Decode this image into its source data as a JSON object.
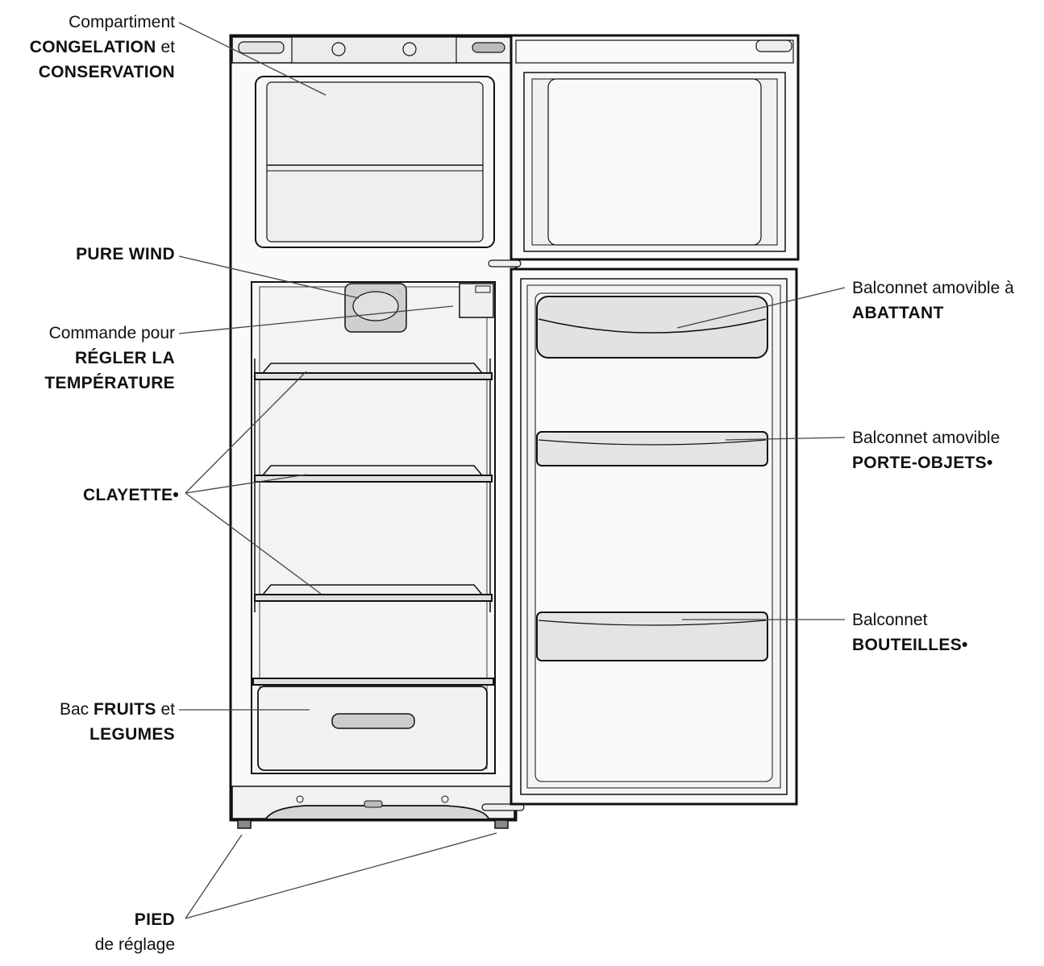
{
  "labels": {
    "congelation": {
      "l1": "Compartiment",
      "l2a": "CONGELATION",
      "l2b": " et",
      "l3": "CONSERVATION"
    },
    "pure_wind": {
      "l1": "PURE WIND"
    },
    "commande": {
      "l1": "Commande pour",
      "l2": "RÉGLER LA",
      "l3": "TEMPÉRATURE"
    },
    "clayette": {
      "l1": "CLAYETTE•"
    },
    "bac": {
      "l1a": "Bac ",
      "l1b": "FRUITS",
      "l1c": " et",
      "l2": "LEGUMES"
    },
    "pied": {
      "l1": "PIED",
      "l2": "de réglage"
    },
    "abattant": {
      "l1": "Balconnet amovible à",
      "l2": "ABATTANT"
    },
    "porte_objets": {
      "l1": "Balconnet amovible",
      "l2": "PORTE-OBJETS•"
    },
    "bouteilles": {
      "l1": "Balconnet",
      "l2": "BOUTEILLES•"
    }
  },
  "colors": {
    "line": "#111111",
    "panel": "#f4f4f4",
    "shade": "#d8d8d8"
  }
}
